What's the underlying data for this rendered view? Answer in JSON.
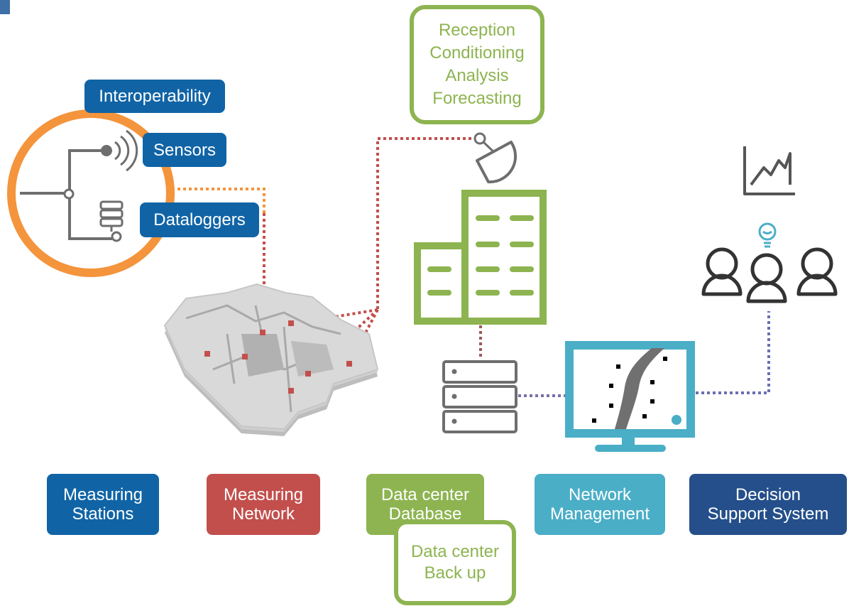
{
  "processing_box": {
    "lines": [
      "Reception",
      "Conditioning",
      "Analysis",
      "Forecasting"
    ]
  },
  "station_tags": {
    "interoperability": "Interoperability",
    "sensors": "Sensors",
    "dataloggers": "Dataloggers"
  },
  "stages": [
    {
      "lines": [
        "Measuring",
        "Stations"
      ]
    },
    {
      "lines": [
        "Measuring",
        "Network"
      ]
    },
    {
      "lines": [
        "Data center",
        "Database"
      ]
    },
    {
      "lines": [
        "Network",
        "Management"
      ]
    },
    {
      "lines": [
        "Decision",
        "Support System"
      ]
    }
  ],
  "backup_box": {
    "lines": [
      "Data center",
      "Back up"
    ]
  },
  "colors": {
    "orange": "#f4943c",
    "red": "#c24f4c",
    "green": "#8db450",
    "teal": "#4aaec7",
    "blue": "#1064a6",
    "navy": "#244f8a",
    "gray": "#6e6e6e",
    "purple": "#7a6fa8"
  },
  "icons": {
    "station": "sensor-station-icon",
    "map": "terrain-map-icon",
    "satellite": "satellite-dish-icon",
    "building": "office-building-icon",
    "server": "server-rack-icon",
    "monitor": "monitor-river-map-icon",
    "chart": "growth-chart-icon",
    "lightbulb": "lightbulb-icon",
    "users": "users-group-icon"
  }
}
